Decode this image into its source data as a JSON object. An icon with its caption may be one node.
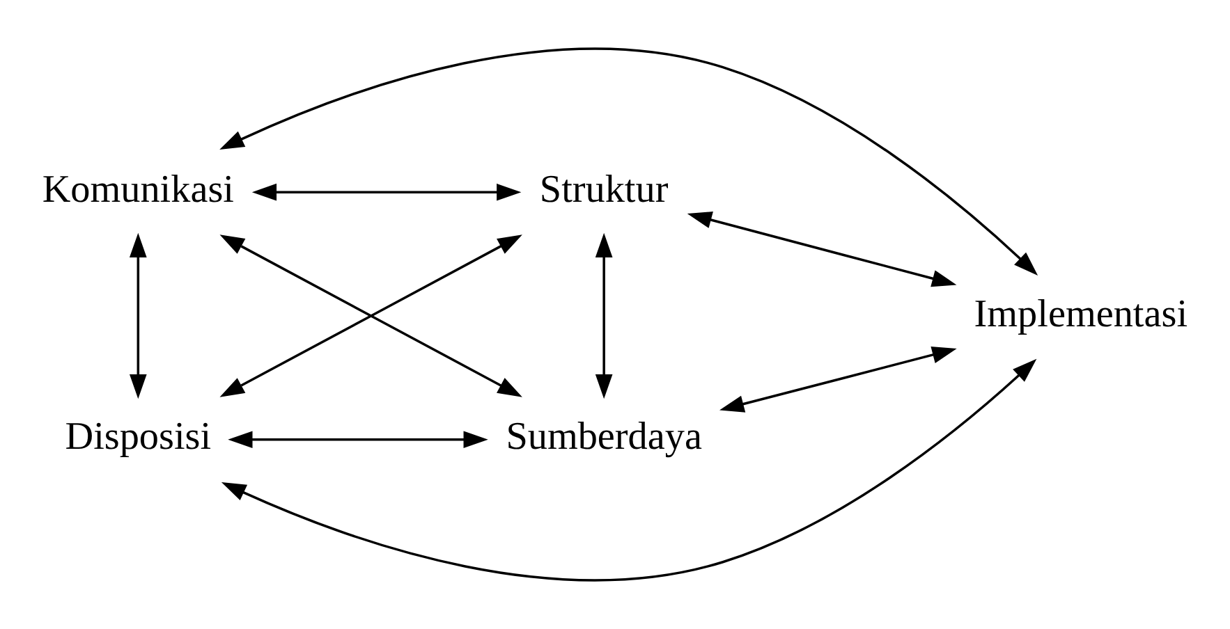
{
  "diagram": {
    "nodes": [
      {
        "text": [
          "Komunikasi"
        ]
      },
      {
        "text": [
          "Struktur"
        ]
      },
      {
        "text": [
          "Implementasi"
        ]
      },
      {
        "text": [
          "Sumberdaya"
        ]
      },
      {
        "text": [
          "Disposisi"
        ]
      }
    ],
    "edges": [
      {
        "from": 0,
        "to": 2,
        "arrow": "both"
      },
      {
        "from": 0,
        "to": 1,
        "arrow": "both"
      },
      {
        "from": 0,
        "to": 3,
        "arrow": "both"
      },
      {
        "from": 0,
        "to": 4,
        "arrow": "both"
      },
      {
        "from": 1,
        "to": 2,
        "arrow": "both"
      },
      {
        "from": 1,
        "to": 3,
        "arrow": "both"
      },
      {
        "from": 3,
        "to": 2,
        "arrow": "both"
      },
      {
        "from": 4,
        "to": 1,
        "arrow": "both"
      },
      {
        "from": 4,
        "to": 3,
        "arrow": "both"
      },
      {
        "from": 4,
        "to": 2,
        "arrow": "both"
      }
    ]
  }
}
